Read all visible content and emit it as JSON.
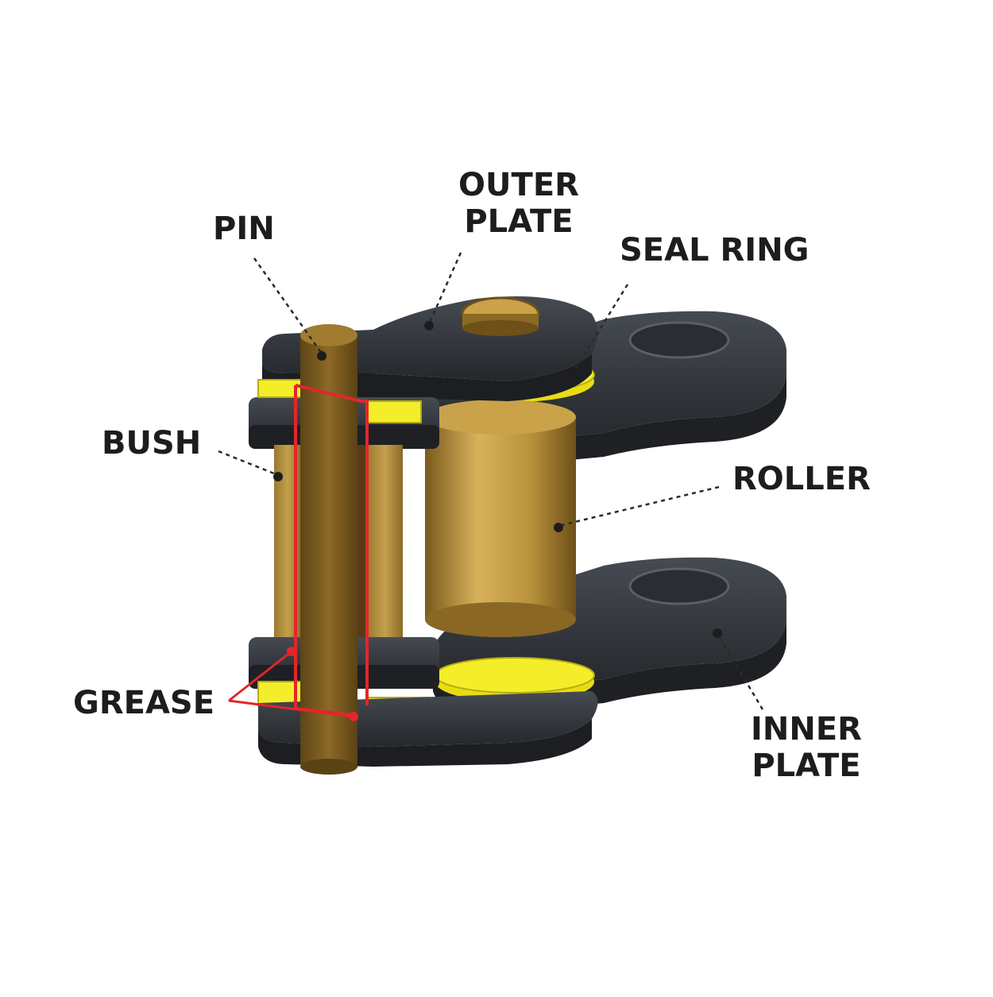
{
  "labels": {
    "pin": "PIN",
    "outer_plate": [
      "OUTER",
      "PLATE"
    ],
    "seal_ring": "SEAL RING",
    "bush": "BUSH",
    "roller": "ROLLER",
    "grease": "GREASE",
    "inner_plate": [
      "INNER",
      "PLATE"
    ]
  },
  "colors": {
    "plate": "#2b2e33",
    "plate_light": "#4a4f56",
    "bronze": "#8a6a22",
    "bronze_light": "#c9a24a",
    "seal": "#f2ea1c",
    "grease": "#e3262b",
    "leader": "#2a2a2a",
    "text": "#1d1d1f"
  }
}
